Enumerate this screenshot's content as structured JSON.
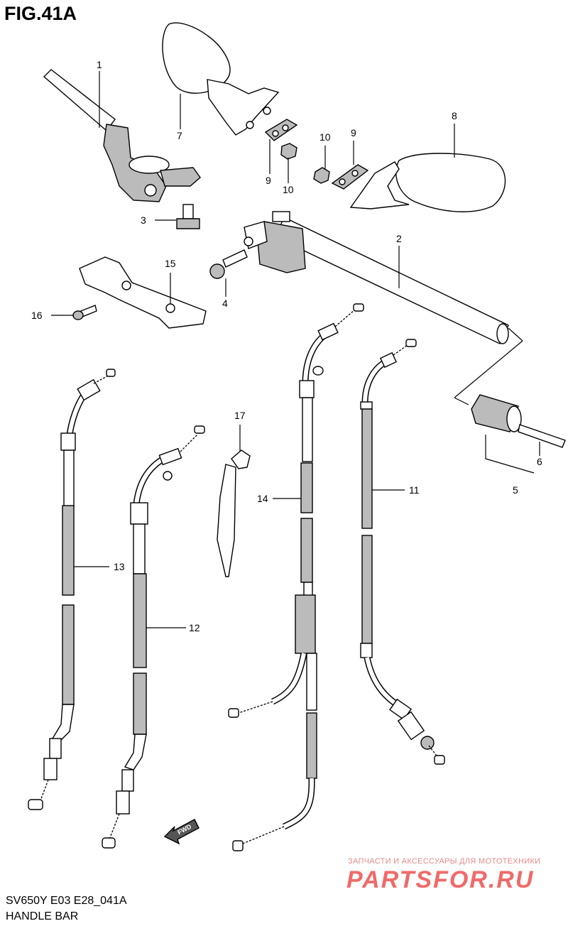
{
  "figure": {
    "title": "FIG.41A",
    "model_code": "SV650Y E03 E28_041A",
    "section_name": "HANDLE BAR"
  },
  "callouts": [
    {
      "id": "c1",
      "label": "1"
    },
    {
      "id": "c2",
      "label": "2"
    },
    {
      "id": "c3",
      "label": "3"
    },
    {
      "id": "c4",
      "label": "4"
    },
    {
      "id": "c5",
      "label": "5"
    },
    {
      "id": "c6",
      "label": "6"
    },
    {
      "id": "c7",
      "label": "7"
    },
    {
      "id": "c8",
      "label": "8"
    },
    {
      "id": "c9a",
      "label": "9"
    },
    {
      "id": "c9b",
      "label": "9"
    },
    {
      "id": "c10a",
      "label": "10"
    },
    {
      "id": "c10b",
      "label": "10"
    },
    {
      "id": "c11",
      "label": "11"
    },
    {
      "id": "c12",
      "label": "12"
    },
    {
      "id": "c13",
      "label": "13"
    },
    {
      "id": "c14",
      "label": "14"
    },
    {
      "id": "c15",
      "label": "15"
    },
    {
      "id": "c16",
      "label": "16"
    },
    {
      "id": "c17",
      "label": "17"
    }
  ],
  "direction_marker": "FWD",
  "watermark": {
    "tagline": "ЗАПЧАСТИ И АКСЕССУАРЫ ДЛЯ МОТОТЕХНИКИ",
    "brand": "PARTSFOR.RU"
  },
  "colors": {
    "line": "#000000",
    "background": "#ffffff",
    "watermark": "#f06a6a"
  }
}
